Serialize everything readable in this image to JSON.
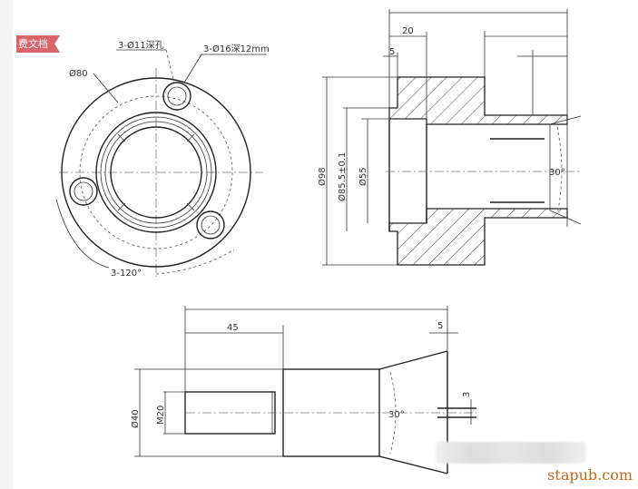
{
  "tag": {
    "label": "费文档",
    "color": "#d9646a"
  },
  "watermark": {
    "site": "stapub.com",
    "color": "#c46a1c"
  },
  "front_view": {
    "outer_diameter": "Ø80",
    "hole_callout_1": "3-Ø11深孔",
    "hole_callout_2": "3-Ø16深12mm",
    "angle_spacing": "3-120°"
  },
  "section_view": {
    "overall_length_label": "",
    "dim_20": "20",
    "dim_5": "5",
    "dia_98": "Ø98",
    "dia_85": "Ø85.5±0.1",
    "dia_55": "Ø55",
    "taper_angle": "30°"
  },
  "side_view": {
    "dim_45": "45",
    "dim_5": "5",
    "dia_40": "Ø40",
    "thread": "M20",
    "taper_angle": "30°",
    "slot_width": "3"
  }
}
